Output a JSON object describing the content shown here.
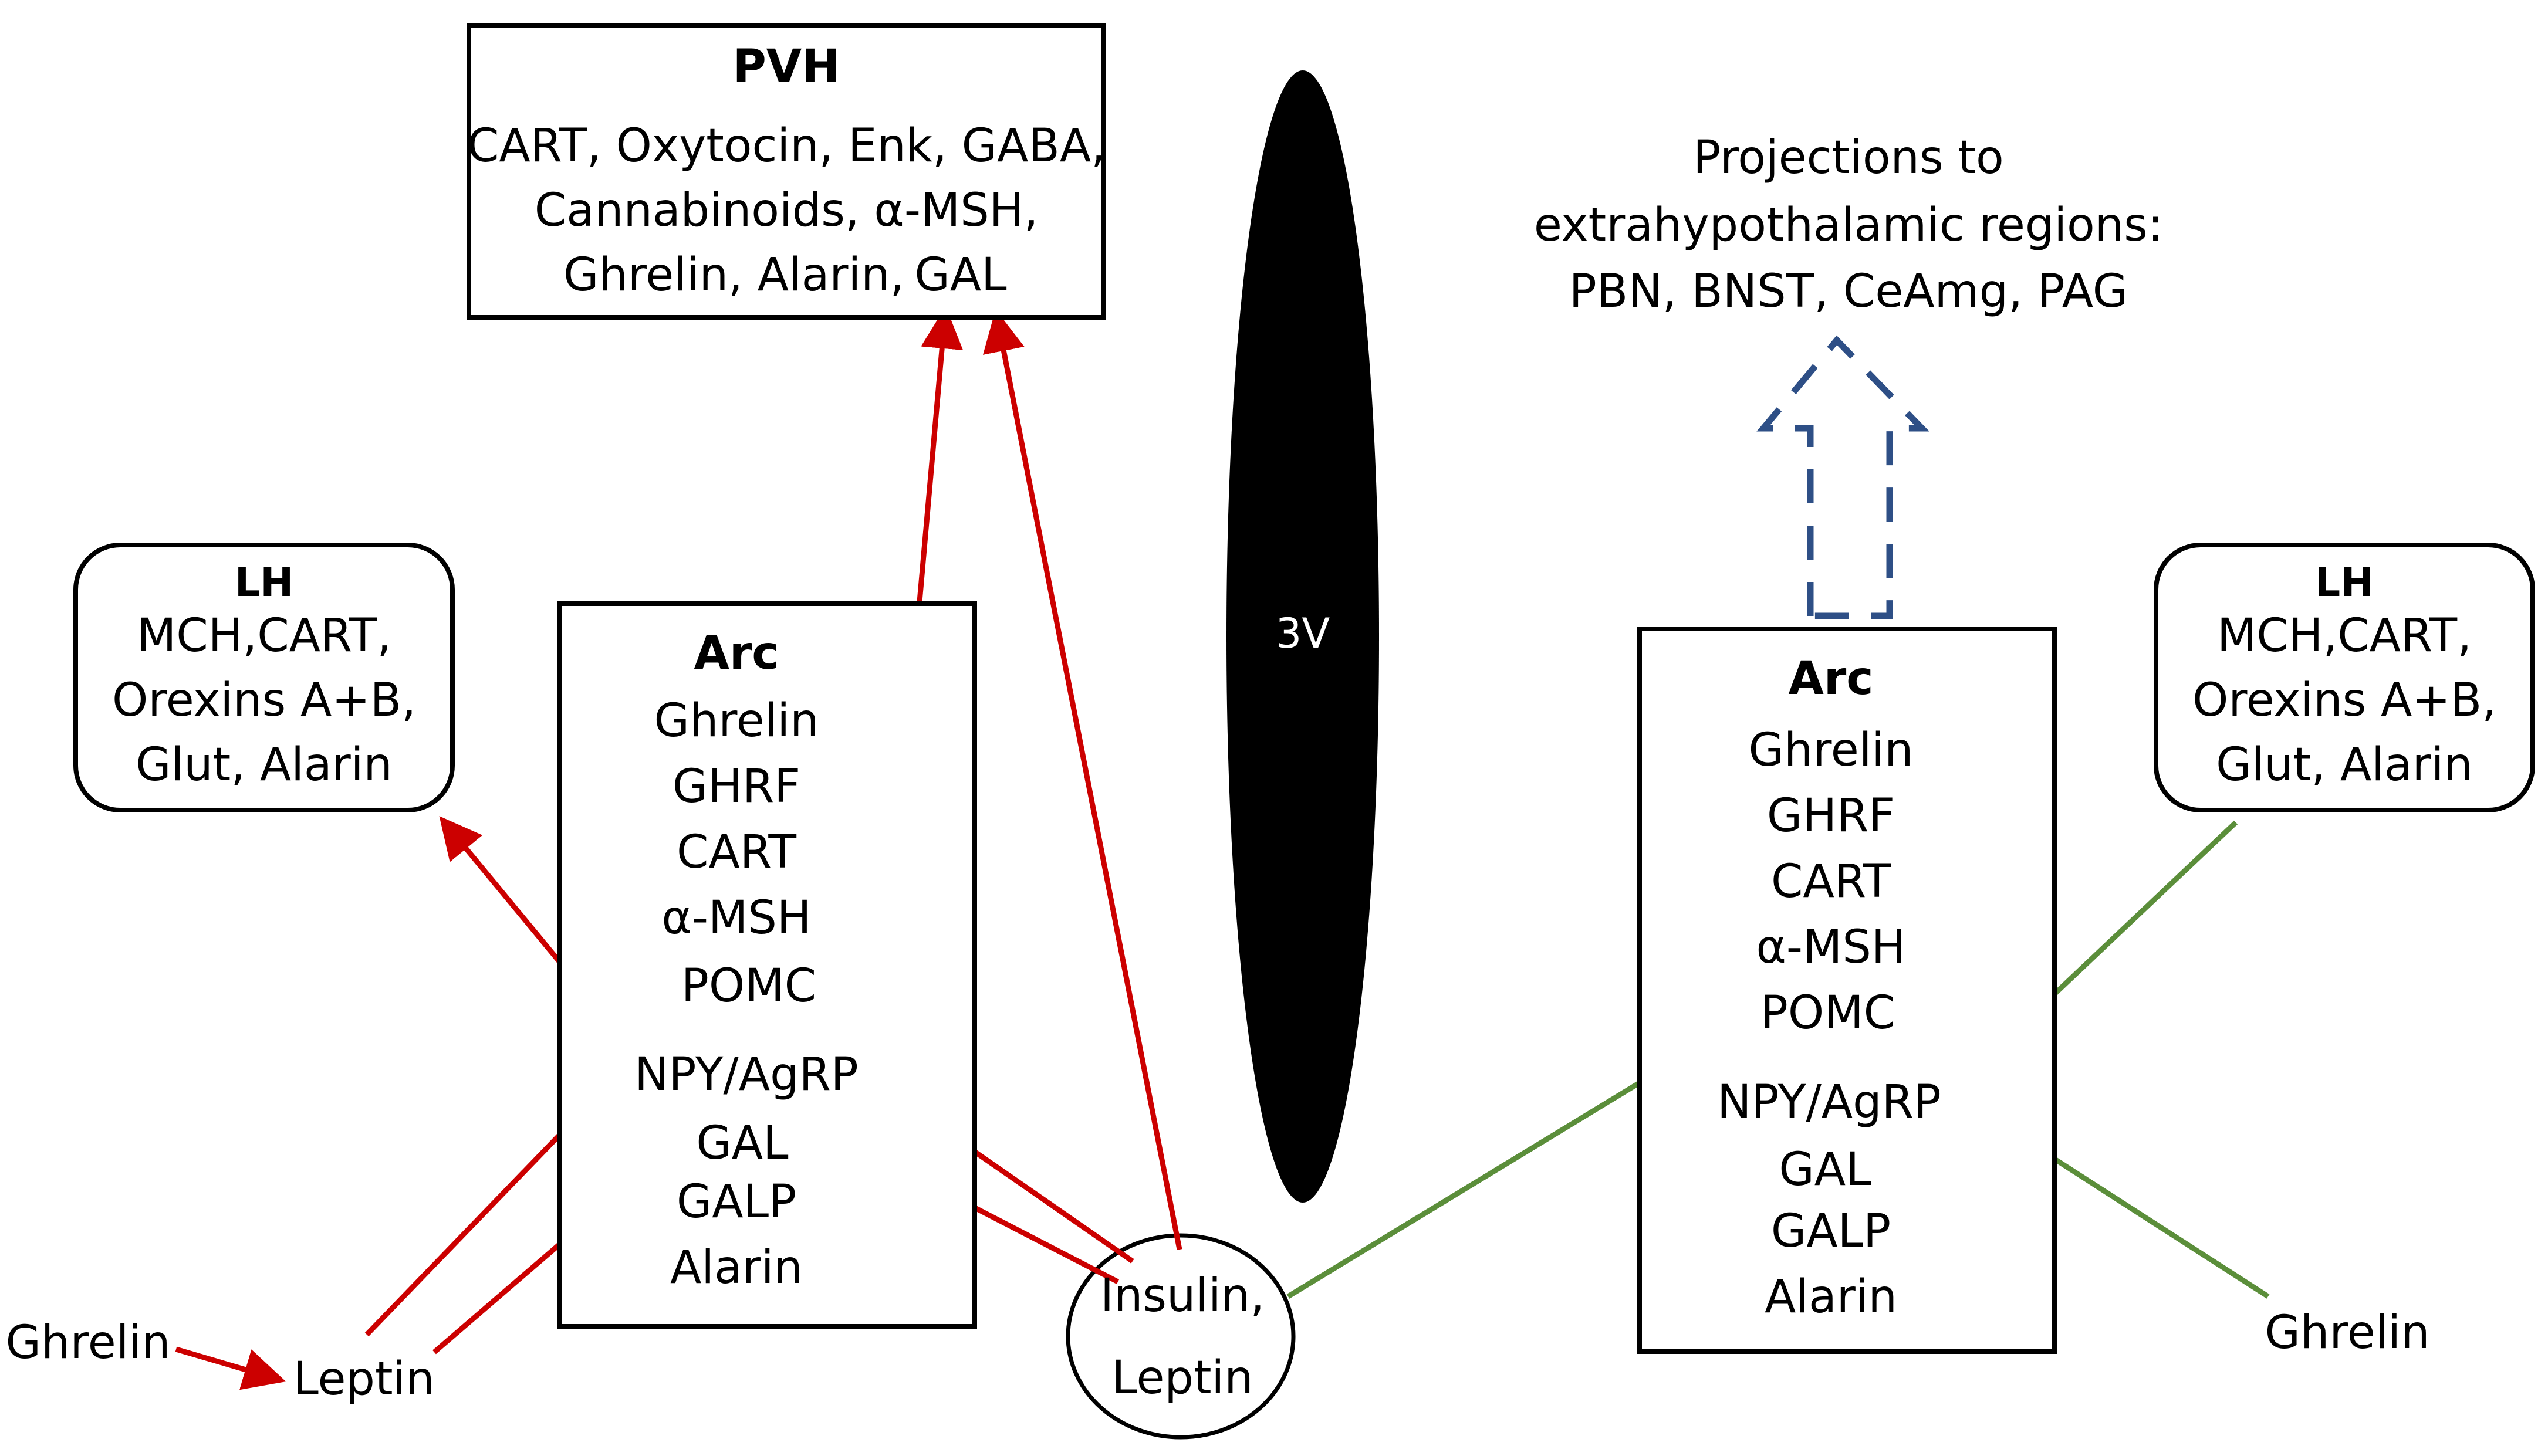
{
  "pvh": {
    "title": "PVH",
    "line1": "CART, Oxytocin, Enk, GABA,",
    "line2": "Cannabinoids, α-MSH,",
    "line3_text": "Ghrelin, Alarin,",
    "line3_gal": "GAL"
  },
  "lh_left": {
    "title": "LH",
    "lines": [
      "MCH,CART,",
      "Orexins A+B,",
      "Glut, Alarin"
    ]
  },
  "lh_right": {
    "title": "LH",
    "lines": [
      "MCH,CART,",
      "Orexins A+B,",
      "Glut, Alarin"
    ]
  },
  "arc_left": {
    "title": "Arc",
    "items": [
      "Ghrelin",
      "GHRF",
      "CART",
      "α-MSH",
      "POMC",
      "NPY/AgRP",
      "GAL",
      "GALP",
      "Alarin"
    ]
  },
  "arc_right": {
    "title": "Arc",
    "items": [
      "Ghrelin",
      "GHRF",
      "CART",
      "α-MSH",
      "POMC",
      "NPY/AgRP",
      "GAL",
      "GALP",
      "Alarin"
    ]
  },
  "third_ventricle": "3V",
  "projections": {
    "line1": "Projections to",
    "line2": "extrahypothalamic regions:",
    "line3": "PBN, BNST, CeAmg, PAG"
  },
  "inputs": {
    "ghrelin_left": "Ghrelin",
    "leptin_left": "Leptin",
    "insulin_leptin_line1": "Insulin,",
    "insulin_leptin_line2": "Leptin",
    "ghrelin_right": "Ghrelin"
  },
  "colors": {
    "red_arrow": "#cc0000",
    "green_arrow": "#5b8e3a",
    "blue_dashed_arrow": "#2e4f86",
    "pomc_ring": "#7030a0",
    "npy_ring": "#8b3a0f",
    "gal_ring": "#2e5596"
  }
}
